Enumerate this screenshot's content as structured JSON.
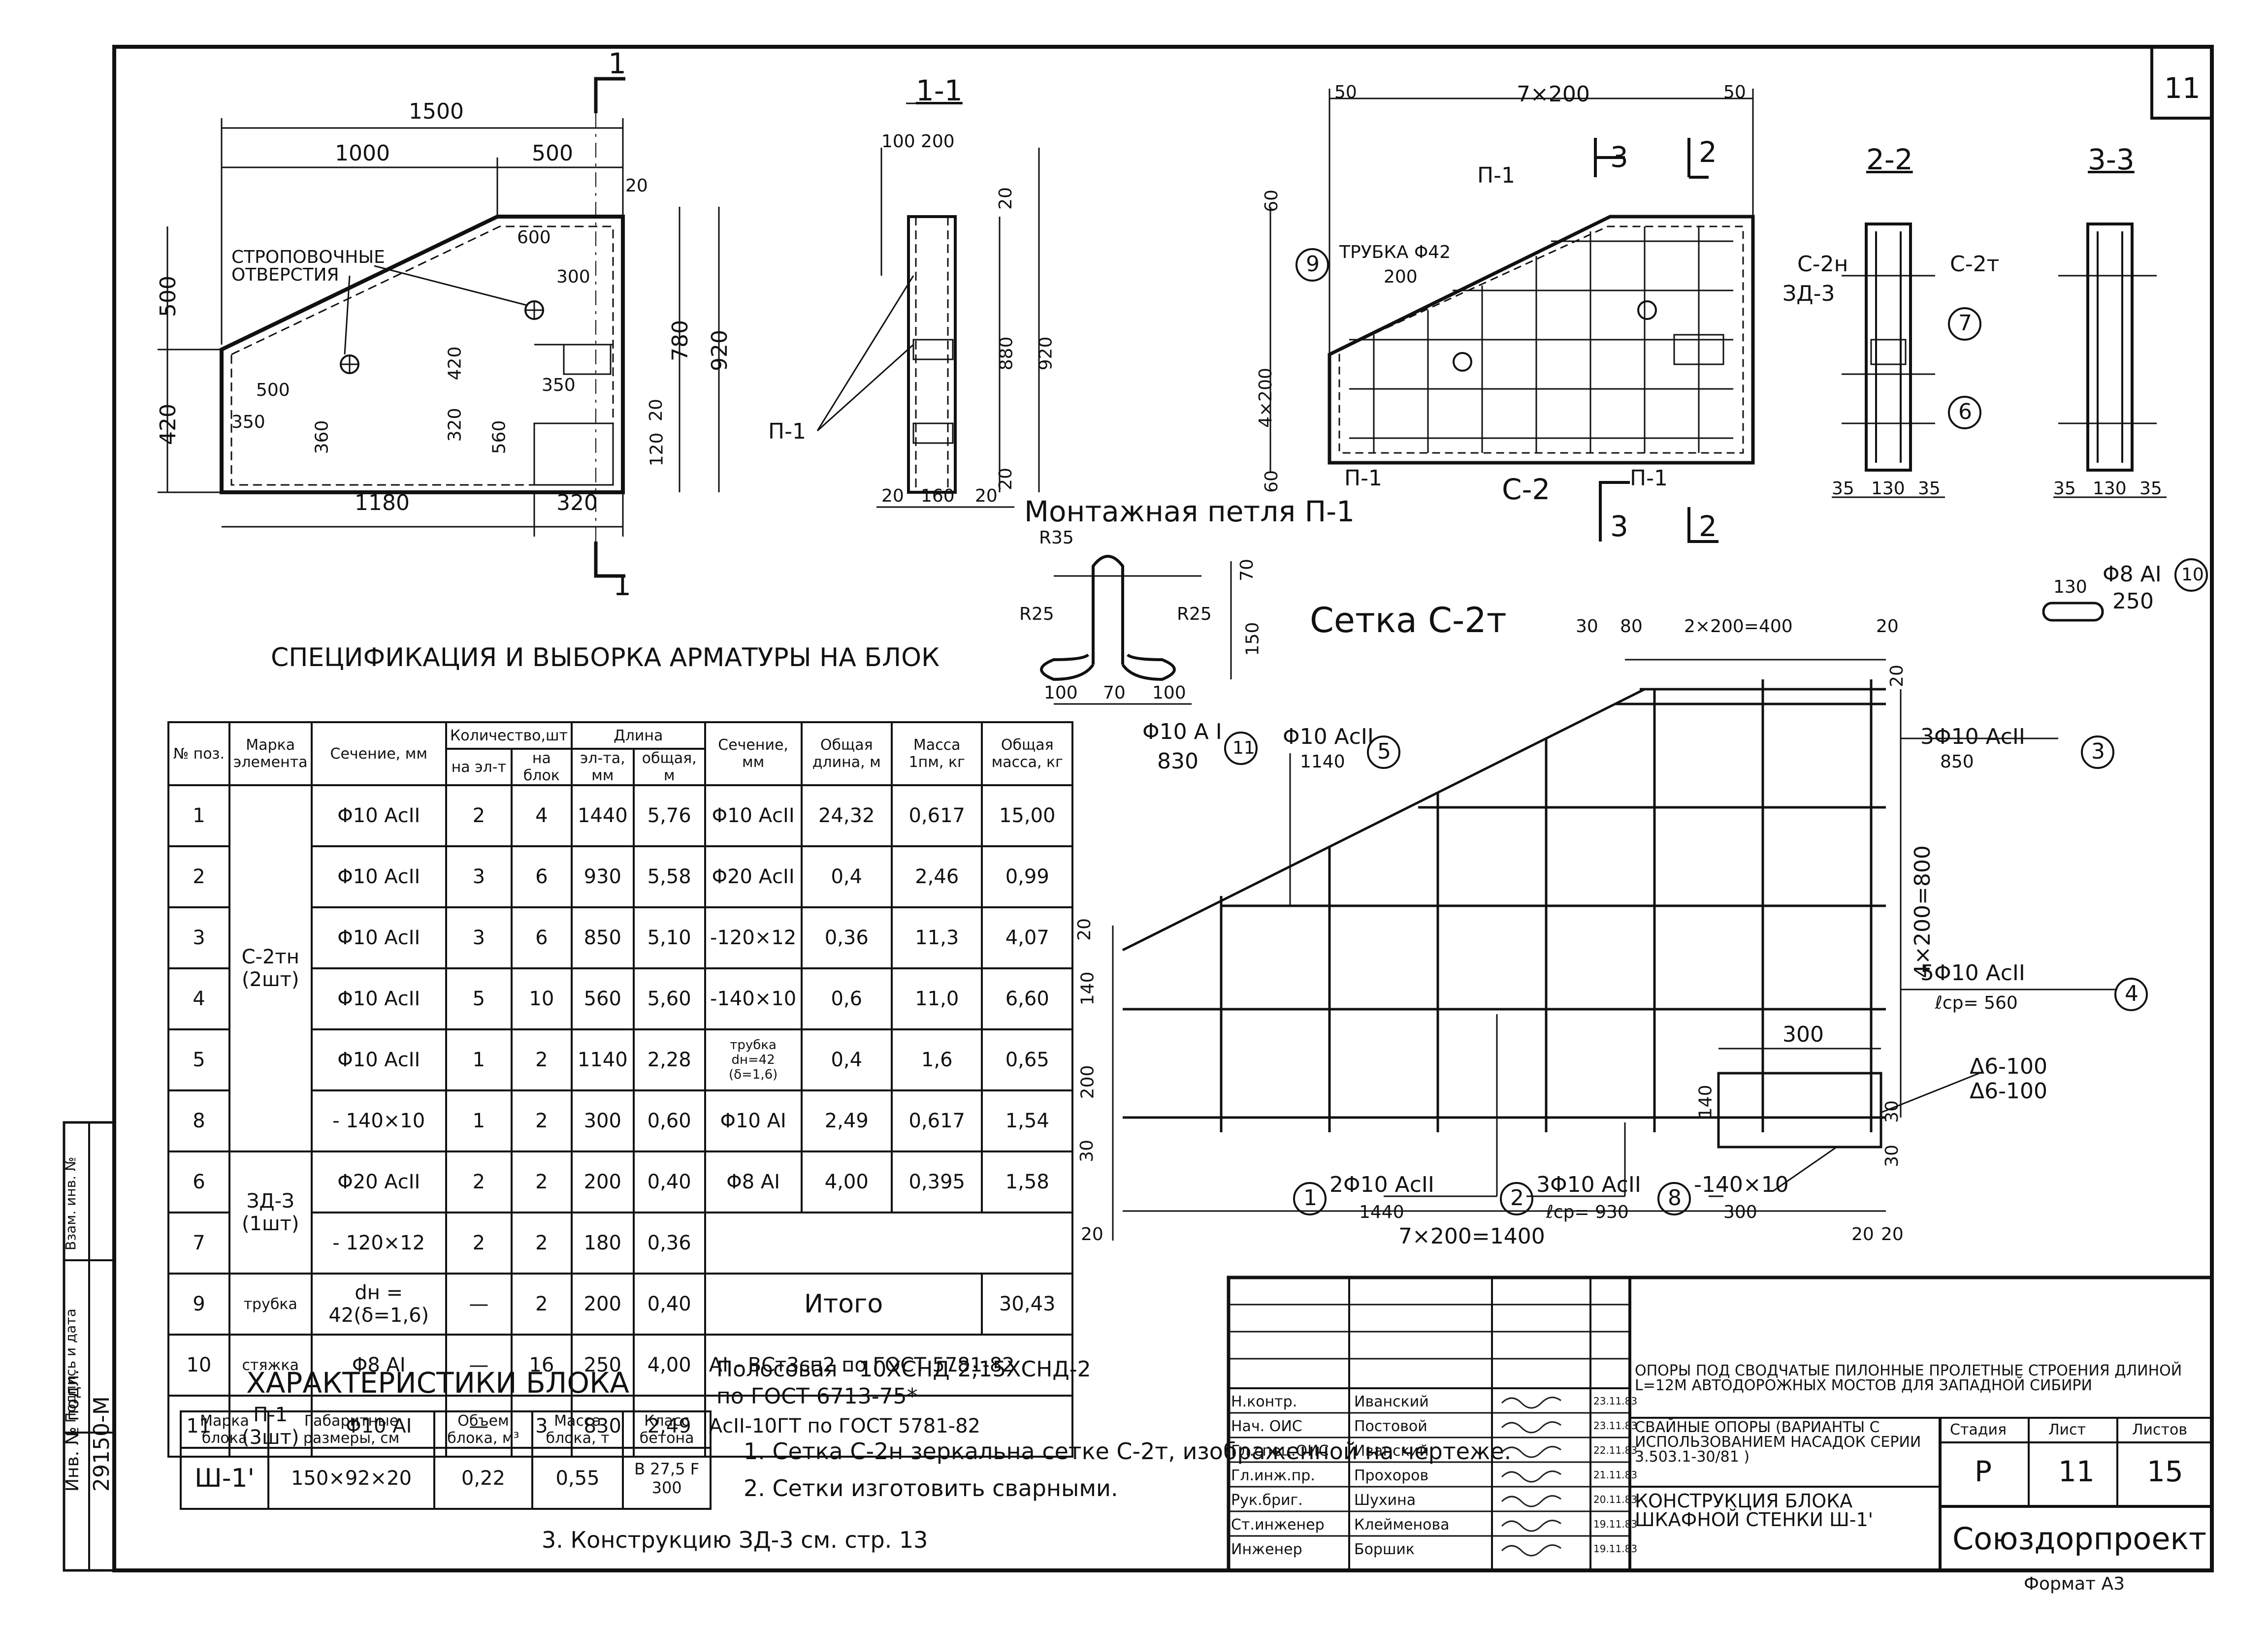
{
  "sheet": {
    "number": "11",
    "format_label": "Формат А3"
  },
  "plan": {
    "dims": {
      "total_top": "1500",
      "left_top": "1000",
      "right_top": "500",
      "d600": "600",
      "d300": "300",
      "d20a": "20",
      "left_500": "500",
      "left_420": "420",
      "d500b": "500",
      "d350a": "350",
      "d360": "360",
      "d420": "420",
      "d350b": "350",
      "d320v": "320",
      "d560": "560",
      "d780": "780",
      "d920": "920",
      "d20b": "20",
      "d120": "120",
      "bottom_1180": "1180",
      "bottom_320": "320"
    },
    "hole_label": "строповочные отверстия",
    "section_mark": "1"
  },
  "section_1_1": {
    "title": "1-1",
    "dims": {
      "d100": "100",
      "d200": "200",
      "d20a": "20",
      "d880": "880",
      "d920": "920",
      "d20b": "20",
      "b20a": "20",
      "b160": "160",
      "b20b": "20"
    },
    "label": "П-1"
  },
  "reinforcement_plan": {
    "dims": {
      "d50a": "50",
      "d7x200": "7×200",
      "d50b": "50",
      "d60a": "60",
      "d4x200": "4×200",
      "d60b": "60",
      "d200": "200"
    },
    "labels": {
      "p1_top": "П-1",
      "tube": "трубка Φ42",
      "zd3": "ЗД-3",
      "p1_bl": "П-1",
      "c2": "С-2",
      "p1_br": "П-1",
      "cut3": "3",
      "cut2": "2"
    },
    "callout9": "9"
  },
  "section_2_2": {
    "title": "2-2",
    "labels": {
      "c2h": "С-2н",
      "c2t": "С-2т"
    },
    "callout7": "7",
    "callout6": "6",
    "dims": {
      "a": "35",
      "b": "130",
      "c": "35"
    }
  },
  "section_3_3": {
    "title": "3-3",
    "dims": {
      "a": "35",
      "b": "130",
      "c": "35"
    }
  },
  "loop": {
    "title": "Монтажная петля П-1",
    "dims": {
      "r35": "R35",
      "d70": "70",
      "r25a": "R25",
      "r25b": "R25",
      "d150": "150",
      "d100": "100",
      "d70b": "70",
      "d100b": "100"
    },
    "bar": "Φ10 А I",
    "len": "830",
    "callout": "11"
  },
  "tie": {
    "bar": "Φ8 АI",
    "d130": "130",
    "len": "250",
    "callout": "10"
  },
  "mesh": {
    "title": "Сетка С-2т",
    "dims": {
      "d30": "30",
      "d80": "80",
      "d2x200": "2×200=400",
      "d20a": "20",
      "d20b": "20",
      "d4x200": "4×200=800",
      "d20c": "20",
      "d140": "140",
      "d200": "200",
      "d30b": "30",
      "d20d": "20",
      "bottom": "7×200=1400",
      "d20e": "20",
      "d20f": "20",
      "d300": "300",
      "d140b": "140",
      "d30c": "30",
      "d30d": "30"
    },
    "callouts": [
      {
        "n": "5",
        "text": "Φ10 АсII",
        "sub": "1140"
      },
      {
        "n": "3",
        "text": "3Φ10 АсII",
        "sub": "850"
      },
      {
        "n": "4",
        "text": "5Φ10 АсII",
        "sub": "ℓср= 560"
      },
      {
        "n": "1",
        "text": "2Φ10 АсII",
        "sub": "1440"
      },
      {
        "n": "2",
        "text": "3Φ10 АсII",
        "sub": "ℓср= 930"
      },
      {
        "n": "8",
        "text": "-140×10",
        "sub": "300"
      }
    ],
    "weld1": "Δ6-100",
    "weld2": "Δ6-100"
  },
  "spec": {
    "title": "Спецификация и выборка арматуры на блок",
    "headers": [
      "№ поз.",
      "Марка элемента",
      "Сечение, мм",
      "Количество,шт",
      "Длина",
      "Сечение, мм",
      "Общая длина, м",
      "Масса 1пм, кг",
      "Общая масса, кг"
    ],
    "subheaders": [
      "на эл-т",
      "на блок",
      "эл-та, мм",
      "общая, м"
    ],
    "groups": [
      "С-2тн (2шт)",
      "ЗД-З (1шт)",
      "трубка",
      "стяжка",
      "П-1 (3шт)"
    ],
    "rows": [
      [
        "1",
        "Φ10 АсII",
        "2",
        "4",
        "1440",
        "5,76"
      ],
      [
        "2",
        "Φ10 АсII",
        "3",
        "6",
        "930",
        "5,58"
      ],
      [
        "3",
        "Φ10 АсII",
        "3",
        "6",
        "850",
        "5,10"
      ],
      [
        "4",
        "Φ10 АсII",
        "5",
        "10",
        "560",
        "5,60"
      ],
      [
        "5",
        "Φ10 АсII",
        "1",
        "2",
        "1140",
        "2,28"
      ],
      [
        "8",
        "- 140×10",
        "1",
        "2",
        "300",
        "0,60"
      ],
      [
        "6",
        "Φ20 АсII",
        "2",
        "2",
        "200",
        "0,40"
      ],
      [
        "7",
        "- 120×12",
        "2",
        "2",
        "180",
        "0,36"
      ],
      [
        "9",
        "dн = 42(δ=1,6)",
        "—",
        "2",
        "200",
        "0,40"
      ],
      [
        "10",
        "Φ8 АI",
        "—",
        "16",
        "250",
        "4,00"
      ],
      [
        "11",
        "Φ10 АI",
        "—",
        "3",
        "830",
        "2,49"
      ]
    ],
    "right": [
      [
        "Φ10 АсII",
        "24,32",
        "0,617",
        "15,00"
      ],
      [
        "Φ20 АсII",
        "0,4",
        "2,46",
        "0,99"
      ],
      [
        "-120×12",
        "0,36",
        "11,3",
        "4,07"
      ],
      [
        "-140×10",
        "0,6",
        "11,0",
        "6,60"
      ],
      [
        "трубка dн=42 (δ=1,6)",
        "0,4",
        "1,6",
        "0,65"
      ],
      [
        "Φ10 АI",
        "2,49",
        "0,617",
        "1,54"
      ],
      [
        "Φ8 АI",
        "4,00",
        "0,395",
        "1,58"
      ]
    ],
    "total_label": "Итого",
    "total_value": "30,43",
    "steel1": "АI - ВСт3сп2 по ГОСТ 5781-82",
    "steel2": "АсII-10ГТ по ГОСТ 5781-82",
    "steel3a": "Полосовая - 10ХСНД-2;15ХСНД-2",
    "steel3b": "по ГОСТ 6713-75*"
  },
  "char": {
    "title": "Характеристики блока",
    "headers": [
      "Марка блока",
      "Габаритные размеры, см",
      "Объем блока, м³",
      "Масса блока, т",
      "Класс бетона"
    ],
    "row": [
      "Ш-1'",
      "150×92×20",
      "0,22",
      "0,55",
      "В 27,5 F 300"
    ]
  },
  "notes": [
    "1. Сетка С-2н зеркальна сетке С-2т, изображенной на чертеже.",
    "2. Сетки изготовить сварными.",
    "3. Конструкцию ЗД-3 см. стр. 13"
  ],
  "side": {
    "inv": "Инв. № подл.",
    "inv_val": "29150-М",
    "sign": "Подпись и дата",
    "vzam": "Взам. инв. №"
  },
  "title_block": {
    "project": "Опоры под сводчатые пилонные пролетные строения длиной L=12м автодорожных мостов для Западной Сибири",
    "series": "Свайные опоры (варианты с использованием насадок серии 3.503.1-30/81 )",
    "drawing": "Конструкция блока шкафной стенки Ш-1'",
    "stage_h": "Стадия",
    "sheet_h": "Лист",
    "sheets_h": "Листов",
    "stage": "Р",
    "sheet": "11",
    "sheets": "15",
    "org": "Союздорпроект",
    "people": [
      [
        "Н.контр.",
        "Иванский",
        "23.11.83"
      ],
      [
        "Нач. ОИС",
        "Постовой",
        "23.11.83"
      ],
      [
        "Гл.спец.ОИС",
        "Иванский",
        "22.11.83"
      ],
      [
        "Гл.инж.пр.",
        "Прохоров",
        "21.11.83"
      ],
      [
        "Рук.бриг.",
        "Шухина",
        "20.11.83"
      ],
      [
        "Ст.инженер",
        "Клейменова",
        "19.11.83"
      ],
      [
        "Инженер",
        "Боршик",
        "19.11.83"
      ]
    ]
  }
}
